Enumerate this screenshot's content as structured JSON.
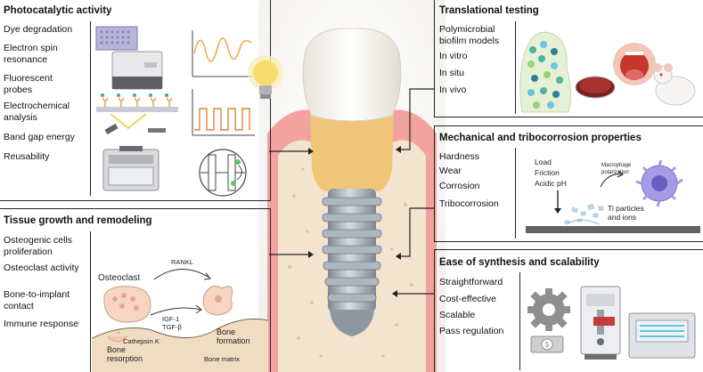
{
  "panels": {
    "photocatalytic": {
      "title": "Photocatalytic activity",
      "items": [
        "Dye degradation",
        "Electron spin resonance",
        "Fluorescent probes",
        "Electrochemical analysis",
        "Band gap energy",
        "Reusability"
      ]
    },
    "tissue": {
      "title": "Tissue growth and remodeling",
      "items": [
        "Osteogenic cells proliferation",
        "Osteoclast activity",
        "Bone-to-implant contact",
        "Immune response"
      ],
      "labels": {
        "osteoclast": "Osteoclast",
        "rankl": "RANKL",
        "igf": "IGF-1",
        "tgf": "TGF-β",
        "cathepsin": "Cathepsin K",
        "bone_resorption": "Bone resorption",
        "bone_formation": "Bone formation",
        "bone_matrix": "Bone matrix"
      }
    },
    "translational": {
      "title": "Translational testing",
      "items": [
        "Polymicrobial biofilm models",
        "In vitro",
        "In situ",
        "In vivo"
      ]
    },
    "mechanical": {
      "title": "Mechanical and tribocorrosion properties",
      "items": [
        "Hardness",
        "Wear",
        "Corrosion",
        "Tribocorrosion"
      ],
      "labels": {
        "load": "Load",
        "friction": "Friction",
        "acidic": "Acidic pH",
        "macrophage": "Macrophage polarization",
        "particles": "Ti particles and ions"
      }
    },
    "synthesis": {
      "title": "Ease of synthesis and scalability",
      "items": [
        "Straightforward",
        "Cost-effective",
        "Scalable",
        "Pass regulation"
      ]
    }
  },
  "colors": {
    "gum": "#f2a3a0",
    "bone": "#f3e4cf",
    "abutment": "#f0c57a",
    "crown": "#f7f5ef",
    "implant": "#9aa3ad",
    "macrophage": "#9a92e0",
    "gear": "#8f8f8f"
  }
}
